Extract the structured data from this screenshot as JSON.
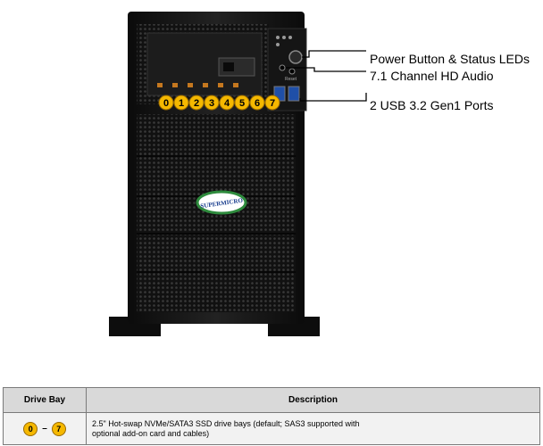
{
  "chassis": {
    "brand_logo": "SUPERMICRO",
    "bay_numbers": [
      "0",
      "1",
      "2",
      "3",
      "4",
      "5",
      "6",
      "7"
    ],
    "front_labels": [
      "Reset"
    ]
  },
  "callouts": {
    "power": "Power Button & Status LEDs",
    "audio": "7.1 Channel HD Audio",
    "usb": "2 USB 3.2 Gen1 Ports"
  },
  "table": {
    "headers": {
      "drive_bay": "Drive Bay",
      "description": "Description"
    },
    "rows": [
      {
        "bay_start": "0",
        "dash": "–",
        "bay_end": "7",
        "description_line1": "2.5\" Hot-swap NVMe/SATA3  SSD drive bays (default; SAS3 supported with",
        "description_line2": "optional add-on card and cables)"
      }
    ]
  },
  "colors": {
    "accent": "#f5b800",
    "chassis": "#1a1a1a",
    "logo_green": "#2e8b3d"
  }
}
